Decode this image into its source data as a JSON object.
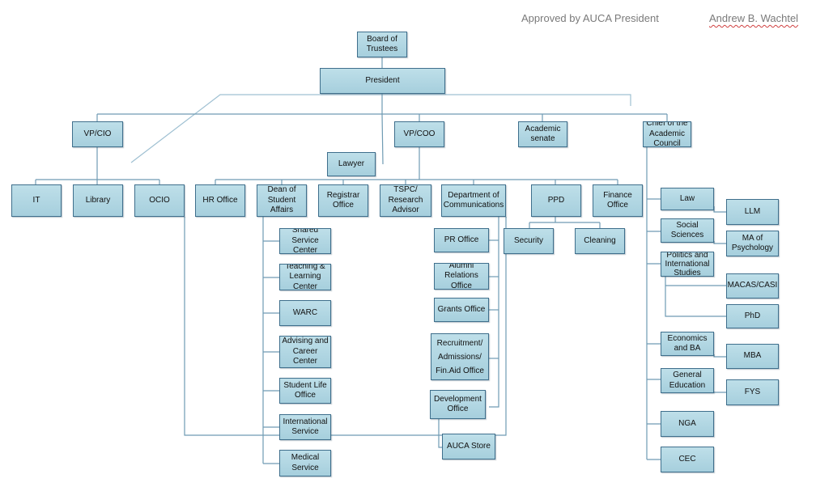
{
  "header": {
    "approval": "Approved by AUCA President",
    "signer": "Andrew B. Wachtel"
  },
  "colors": {
    "box_fill": "#a6cfdd",
    "box_border": "#3f6f8c",
    "line": "#6f9bb3"
  },
  "nodes": {
    "board": "Board of\nTrustees",
    "president": "President",
    "vp_cio": "VP/CIO",
    "vp_coo": "VP/COO",
    "academic_senate": "Academic\nsenate",
    "chief_academic_council": "Chief of the\nAcademic\nCouncil",
    "lawyer": "Lawyer",
    "it": "IT",
    "library": "Library",
    "ocio": "OCIO",
    "hr_office": "HR Office",
    "dean_student_affairs": "Dean of\nStudent\nAffairs",
    "registrar_office": "Registrar\nOffice",
    "tspc": "TSPC/\nResearch\nAdvisor",
    "dept_communications": "Department of\nCommunications",
    "ppd": "PPD",
    "finance_office": "Finance\nOffice",
    "shared_service_center": "Shared\nService\nCenter",
    "teaching_learning_center": "Teaching &\nLearning\nCenter",
    "warc": "WARC",
    "advising_career_center": "Advising and\nCareer\nCenter",
    "student_life_office": "Student Life\nOffice",
    "international_service": "International\nService",
    "medical_service": "Medical\nService",
    "pr_office": "PR Office",
    "alumni_relations_office": "Alumni\nRelations\nOffice",
    "grants_office": "Grants Office",
    "recruitment_admissions": "Recruitment/\nAdmissions/\nFin.Aid  Office",
    "development_office": "Development\nOffice",
    "auca_store": "AUCA Store",
    "security": "Security",
    "cleaning": "Cleaning",
    "law": "Law",
    "llm": "LLM",
    "social_sciences": "Social\nSciences",
    "ma_psychology": "MA of\nPsychology",
    "politics_intl_studies": "Politics and\nInternational\nStudies",
    "macas_casi": "MACAS/CASI",
    "phd": "PhD",
    "economics_ba": "Economics\nand BA",
    "mba": "MBA",
    "general_education": "General\nEducation",
    "fys": "FYS",
    "nga": "NGA",
    "cec": "CEC"
  }
}
